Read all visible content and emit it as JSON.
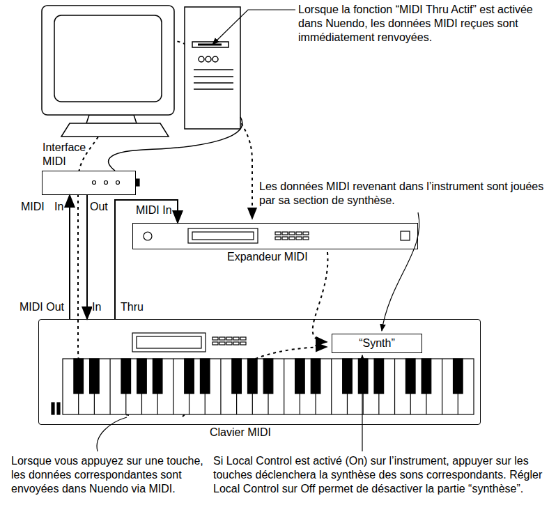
{
  "diagram": {
    "nodes": [
      {
        "text": [
          "Interface MIDI"
        ]
      },
      {
        "text": [
          "Expandeur MIDI"
        ]
      },
      {
        "text": [
          "Clavier MIDI"
        ]
      },
      {
        "text": [
          "“Synth”"
        ],
        "in": 2
      }
    ],
    "edges": [
      {
        "from": 2,
        "to": 0,
        "arrow": "to"
      },
      {
        "from": 0,
        "to": 2,
        "arrow": "to"
      },
      {
        "from": 2,
        "to": 1,
        "arrow": "to"
      }
    ],
    "labels": [
      "Lorsque la fonction “MIDI Thru Actif” est activée dans Nuendo, les données MIDI reçues sont immédiatement renvoyées.",
      "MIDI",
      "In",
      "Out",
      "MIDI In",
      "Les données MIDI revenant dans l’instrument sont jouées par sa section de synthèse.",
      "MIDI Out",
      "In",
      "Thru",
      "Lorsque vous appuyez sur une touche, les données correspondantes sont envoyées dans Nuendo via MIDI.",
      "Si Local Control est activé (On) sur l’instrument, appuyer sur les touches déclenchera la synthèse des sons correspondants. Régler Local Control sur Off permet de désactiver la partie “synthèse”."
    ]
  }
}
